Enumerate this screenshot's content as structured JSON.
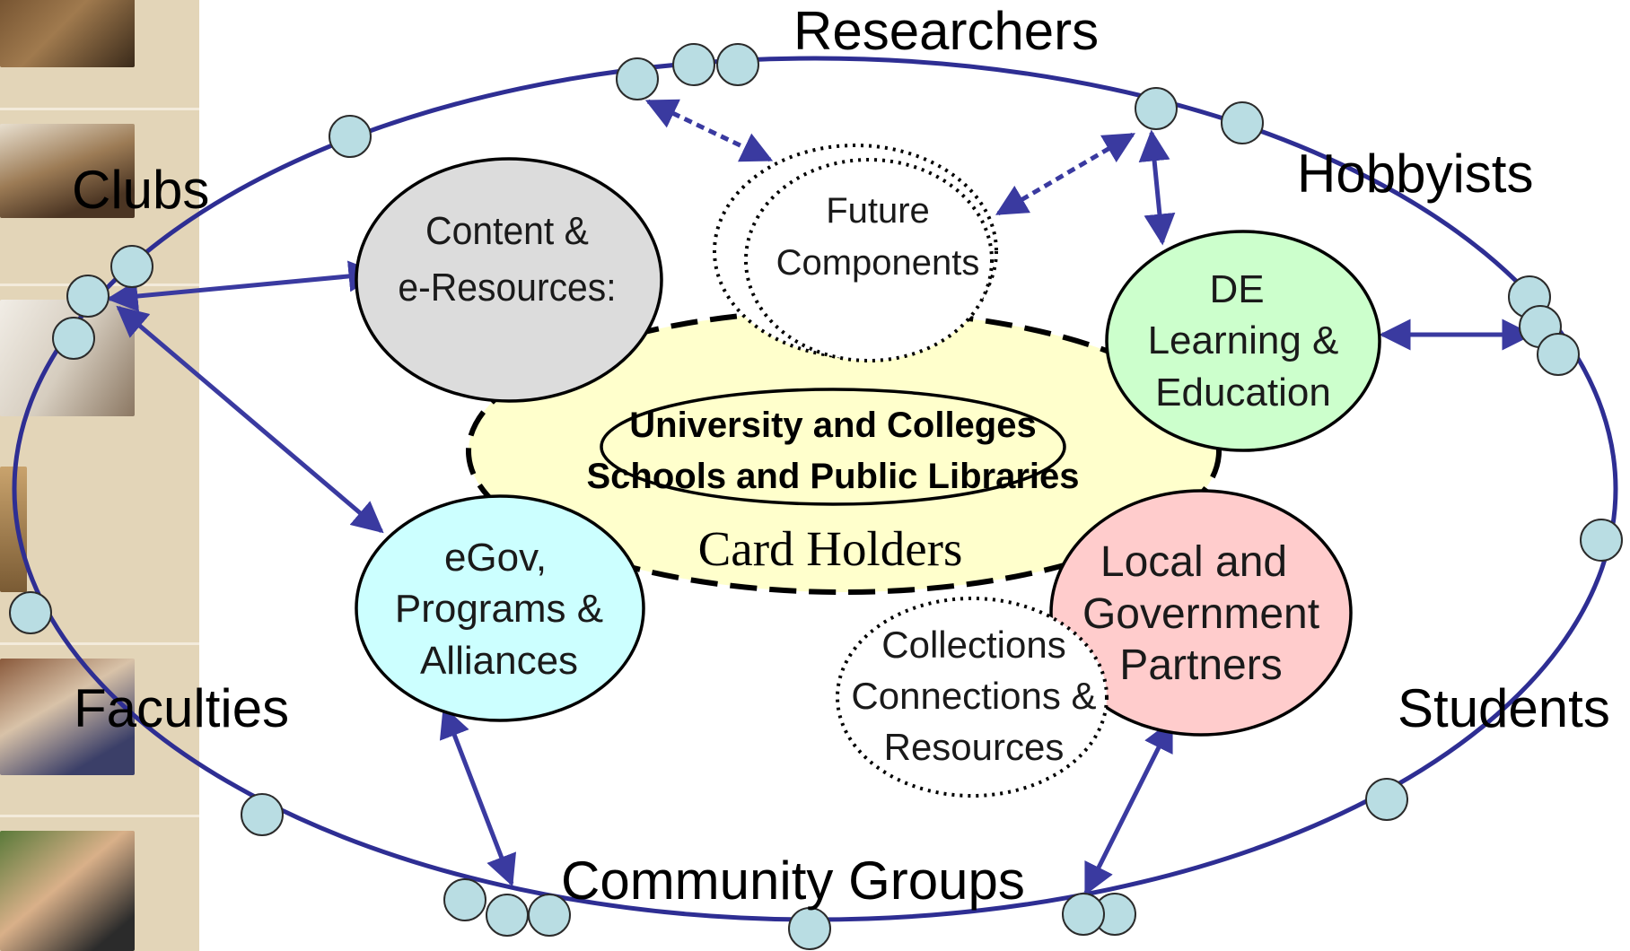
{
  "outer_labels": {
    "researchers": "Researchers",
    "hobbyists": "Hobbyists",
    "clubs": "Clubs",
    "faculties": "Faculties",
    "students": "Students",
    "community_groups": "Community Groups"
  },
  "center": {
    "line1": "University and Colleges",
    "line2": "Schools and Public Libraries",
    "card_holders": "Card Holders"
  },
  "nodes": {
    "content": [
      "Content &",
      "e-Resources:"
    ],
    "future": [
      "Future",
      "Components"
    ],
    "de": [
      "DE",
      "Learning &",
      "Education"
    ],
    "egov": [
      "eGov,",
      "Programs &",
      "Alliances"
    ],
    "local": [
      "Local and",
      "Government",
      "Partners"
    ],
    "collections": [
      "Collections",
      "Connections &",
      "Resources"
    ]
  },
  "colors": {
    "ring": "#2e2e93",
    "arrow": "#3a3aa0",
    "bead": "#b9dde3",
    "content_fill": "#dcdcdc",
    "de_fill": "#ccffcc",
    "egov_fill": "#ccffff",
    "local_fill": "#ffcccc",
    "center_fill": "#ffffcc",
    "sidebar": "#e3d5b8"
  }
}
